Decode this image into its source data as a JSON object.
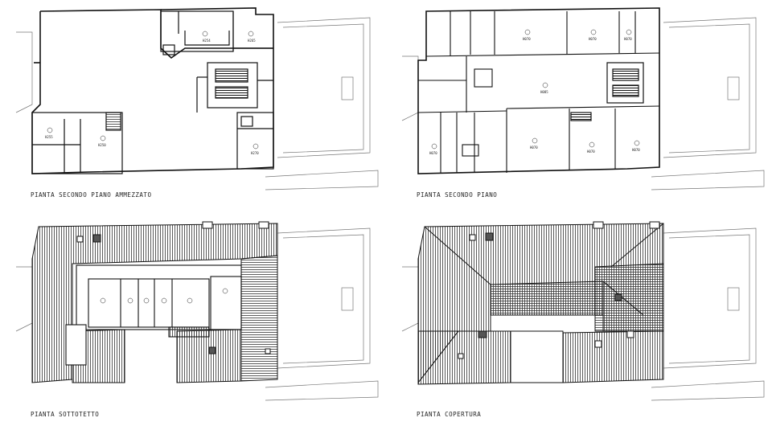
{
  "sheet": {
    "plans": [
      {
        "id": "plan-1",
        "caption": "PIANTA SECONDO PIANO AMMEZZATO"
      },
      {
        "id": "plan-2",
        "caption": "PIANTA SECONDO PIANO"
      },
      {
        "id": "plan-3",
        "caption": "PIANTA SOTTOTETTO"
      },
      {
        "id": "plan-4",
        "caption": "PIANTA COPERTURA"
      }
    ]
  }
}
